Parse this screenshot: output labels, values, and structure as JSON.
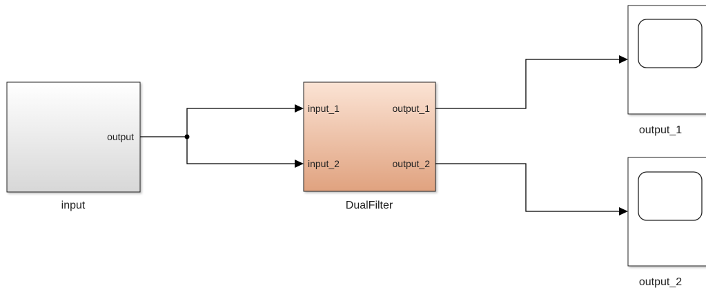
{
  "blocks": {
    "input": {
      "name": "input",
      "ports": {
        "out1": "output"
      }
    },
    "dual_filter": {
      "name": "DualFilter",
      "ports": {
        "in1": "input_1",
        "in2": "input_2",
        "out1": "output_1",
        "out2": "output_2"
      }
    },
    "scope_1": {
      "name": "output_1"
    },
    "scope_2": {
      "name": "output_2"
    }
  },
  "colors": {
    "subsystem_fill_top": "#fbe3d4",
    "subsystem_fill_bottom": "#e0a27f",
    "block_fill_top": "#ffffff",
    "block_fill_bottom": "#d7d7d7",
    "line": "#000000"
  },
  "connections": [
    {
      "from": "input.output",
      "to": "DualFilter.input_1"
    },
    {
      "from": "input.output",
      "to": "DualFilter.input_2"
    },
    {
      "from": "DualFilter.output_1",
      "to": "output_1"
    },
    {
      "from": "DualFilter.output_2",
      "to": "output_2"
    }
  ]
}
